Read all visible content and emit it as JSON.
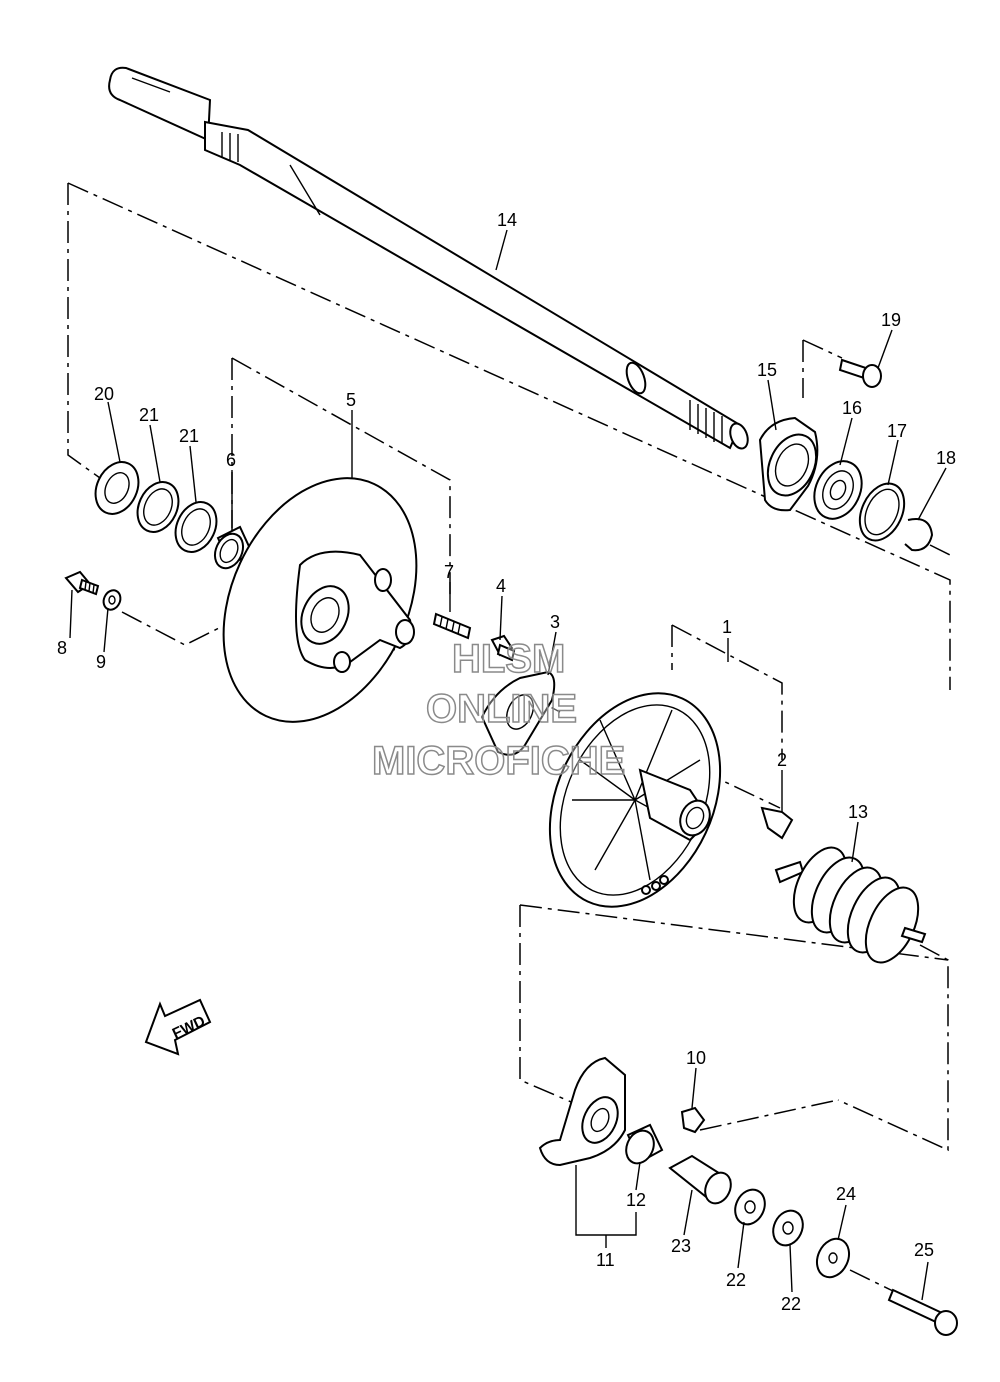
{
  "callouts": {
    "c1": "1",
    "c2": "2",
    "c3": "3",
    "c4": "4",
    "c5": "5",
    "c6": "6",
    "c7": "7",
    "c8": "8",
    "c9": "9",
    "c10": "10",
    "c11": "11",
    "c12": "12",
    "c13": "13",
    "c14": "14",
    "c15": "15",
    "c16": "16",
    "c17": "17",
    "c18": "18",
    "c19": "19",
    "c20": "20",
    "c21a": "21",
    "c21b": "21",
    "c22a": "22",
    "c22b": "22",
    "c23": "23",
    "c24": "24",
    "c25": "25"
  },
  "fwd_label": "FWD",
  "watermark": {
    "line1": "HLSM",
    "line2": "ONLINE",
    "line3": "MICROFICHE"
  }
}
